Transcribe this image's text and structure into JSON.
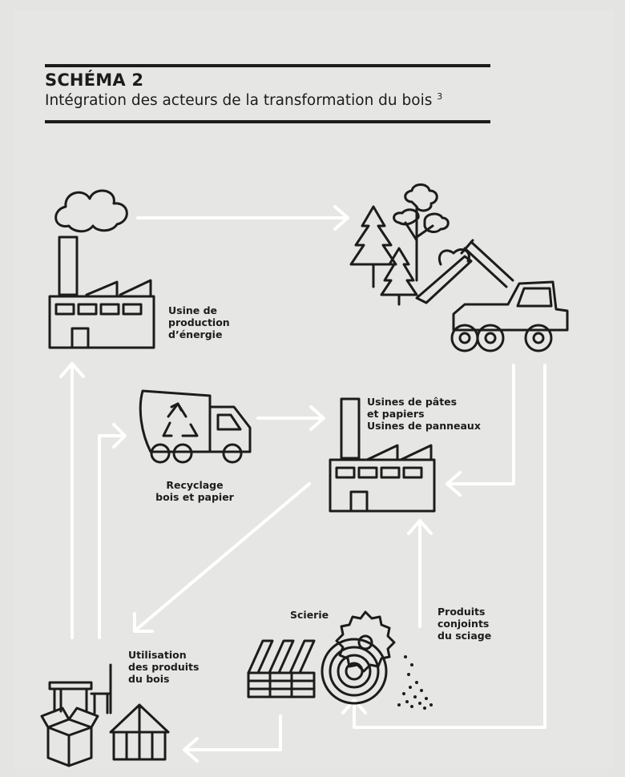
{
  "header": {
    "title": "SCHÉMA 2",
    "subtitle": "Intégration des acteurs de la transformation du bois",
    "subtitle_note": "3"
  },
  "nodes": {
    "energy_plant": {
      "lines": [
        "Usine de",
        "production",
        "d’énergie"
      ]
    },
    "forest_harvest": {
      "lines": []
    },
    "recycling": {
      "lines": [
        "Recyclage",
        "bois et papier"
      ]
    },
    "pulp_panel_mills": {
      "lines": [
        "Usines de pâtes",
        "et papiers",
        "Usines de panneaux"
      ]
    },
    "sawmill": {
      "lines": [
        "Scierie"
      ]
    },
    "coproducts": {
      "lines": [
        "Produits",
        "conjoints",
        "du sciage"
      ]
    },
    "wood_products_use": {
      "lines": [
        "Utilisation",
        "des produits",
        "du bois"
      ]
    }
  },
  "colors": {
    "background": "#e6e6e4",
    "ink": "#1c1c1c",
    "arrow": "#ffffff"
  }
}
